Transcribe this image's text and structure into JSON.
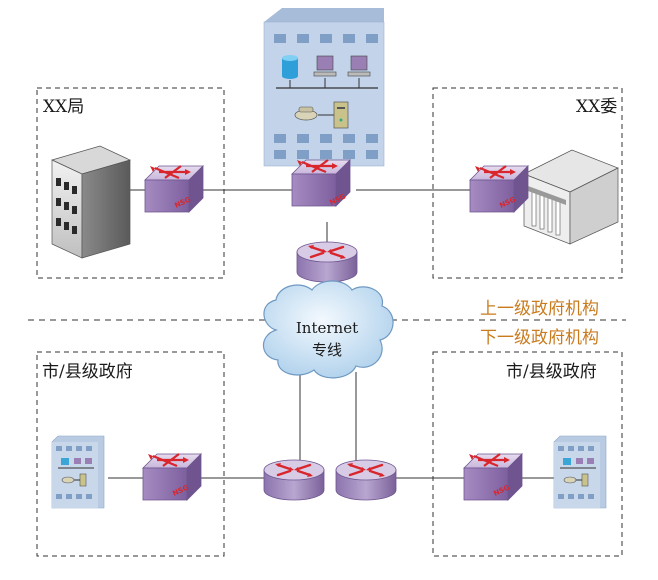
{
  "zones": {
    "top_left": "XX局",
    "top_right": "XX委",
    "bottom_left": "市/县级政府",
    "bottom_right": "市/县级政府"
  },
  "tiers": {
    "upper": "上一级政府机构",
    "lower": "下一级政府机构"
  },
  "cloud": {
    "line1": "Internet",
    "line2": "专线"
  },
  "device_labels": {
    "nsg": "NSG"
  },
  "colors": {
    "building_blue": "#b9cbe3",
    "window_blue": "#7f9fc7",
    "nsg_purple": "#9c7fb8",
    "router_purple": "#a48fbe",
    "arrow_red": "#d8262c",
    "cloud_blue": "#bcd8ef",
    "tier_orange": "#c97b1e"
  }
}
